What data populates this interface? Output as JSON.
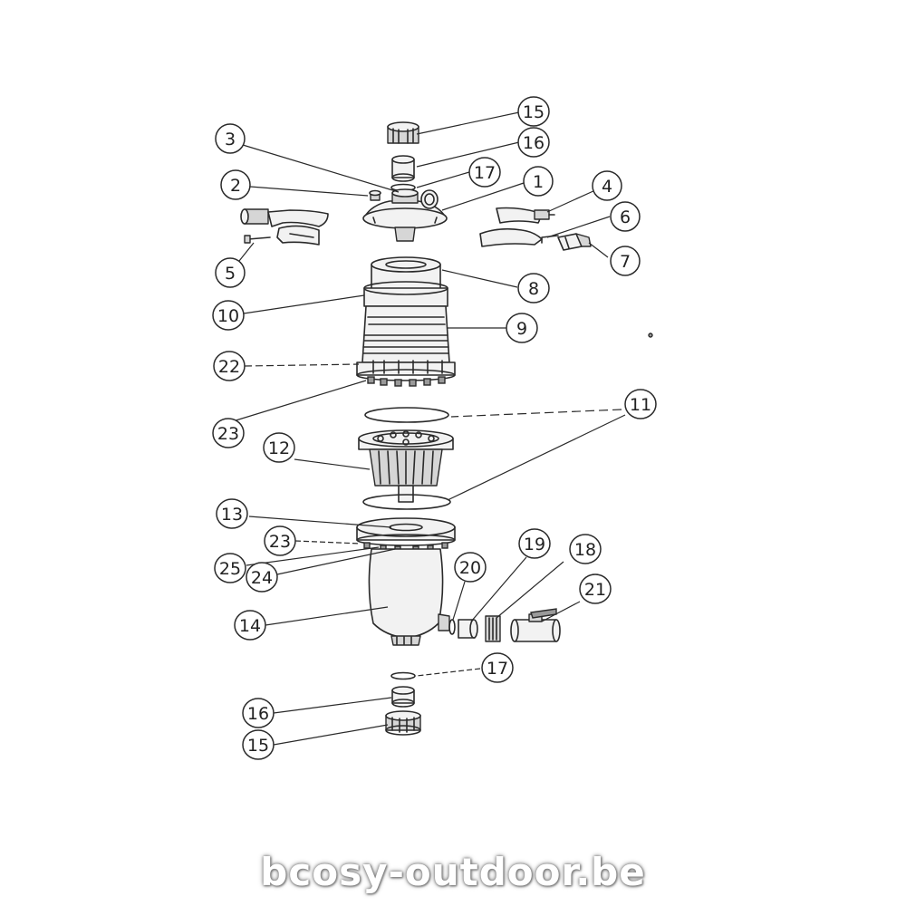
{
  "callouts": [
    {
      "id": "c15a",
      "label": "15"
    },
    {
      "id": "c16a",
      "label": "16"
    },
    {
      "id": "c3",
      "label": "3"
    },
    {
      "id": "c17a",
      "label": "17"
    },
    {
      "id": "c2",
      "label": "2"
    },
    {
      "id": "c1",
      "label": "1"
    },
    {
      "id": "c4",
      "label": "4"
    },
    {
      "id": "c6",
      "label": "6"
    },
    {
      "id": "c7",
      "label": "7"
    },
    {
      "id": "c5",
      "label": "5"
    },
    {
      "id": "c8",
      "label": "8"
    },
    {
      "id": "c10",
      "label": "10"
    },
    {
      "id": "c9",
      "label": "9"
    },
    {
      "id": "c22",
      "label": "22"
    },
    {
      "id": "c11",
      "label": "11"
    },
    {
      "id": "c23a",
      "label": "23"
    },
    {
      "id": "c12",
      "label": "12"
    },
    {
      "id": "c13",
      "label": "13"
    },
    {
      "id": "c23b",
      "label": "23"
    },
    {
      "id": "c25",
      "label": "25"
    },
    {
      "id": "c24",
      "label": "24"
    },
    {
      "id": "c20",
      "label": "20"
    },
    {
      "id": "c19",
      "label": "19"
    },
    {
      "id": "c18",
      "label": "18"
    },
    {
      "id": "c21",
      "label": "21"
    },
    {
      "id": "c14",
      "label": "14"
    },
    {
      "id": "c17b",
      "label": "17"
    },
    {
      "id": "c16b",
      "label": "16"
    },
    {
      "id": "c15b",
      "label": "15"
    }
  ],
  "watermark": "bcosy-outdoor.be"
}
